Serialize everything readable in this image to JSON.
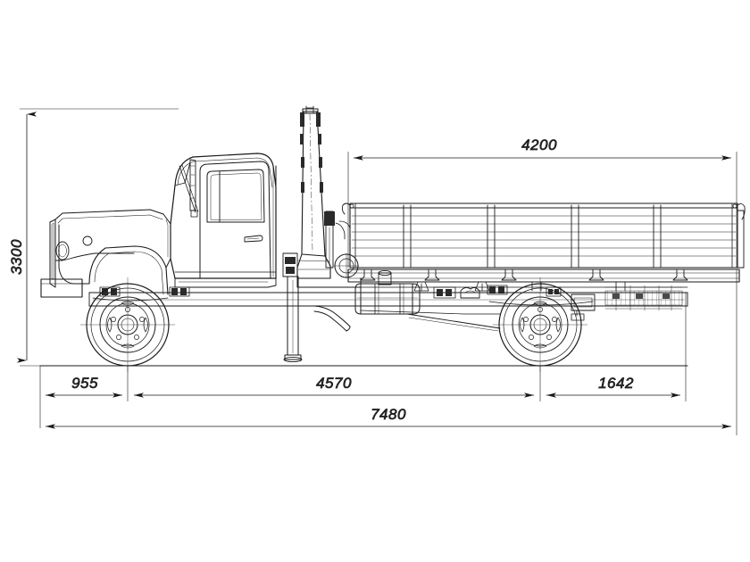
{
  "document": {
    "type": "engineering-drawing",
    "subject": "Truck mounted crane side elevation",
    "view": "left side elevation",
    "background_color": "#ffffff",
    "line_color": "#1a1a1a",
    "dimension_color": "#2b2b2b",
    "units": "mm"
  },
  "dimensions": {
    "height_overall": {
      "label": "3300",
      "orientation": "vertical",
      "description": "overall vehicle height with crane stowed"
    },
    "bed_length": {
      "label": "4200",
      "orientation": "horizontal",
      "description": "cargo platform length"
    },
    "front_overhang": {
      "label": "955",
      "orientation": "horizontal",
      "description": "front overhang to front axle"
    },
    "wheelbase": {
      "label": "4570",
      "orientation": "horizontal",
      "description": "wheelbase front axle to rear axle"
    },
    "rear_overhang": {
      "label": "1642",
      "orientation": "horizontal",
      "description": "rear axle to rear extremity"
    },
    "length_overall": {
      "label": "7480",
      "orientation": "horizontal",
      "description": "overall vehicle length"
    }
  },
  "components": {
    "cab": "truck cab with door and window",
    "hood": "engine hood",
    "bumper": "front bumper",
    "front_wheel": "front road wheel",
    "rear_wheel": "rear road wheel",
    "crane_boom": "telescopic crane boom stowed vertical",
    "crane_base": "crane slewing column and base",
    "outrigger": "vertical outrigger leg",
    "cargo_bed": "drop side cargo platform",
    "fuel_tank": "fuel tank with filler neck",
    "exhaust": "exhaust pipe",
    "frame": "chassis frame rail",
    "ground_line": "ground reference line"
  }
}
